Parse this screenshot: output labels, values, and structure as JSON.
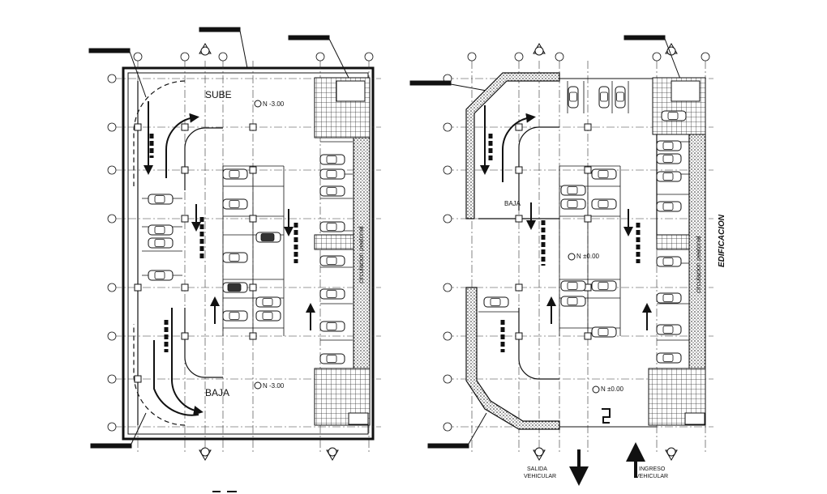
{
  "left_plan": {
    "sube_label": "SUBE",
    "baja_label": "BAJA",
    "level_top": "N -3.00",
    "level_bottom": "N -3.00",
    "pedestrian_label": "circulacion peatonal"
  },
  "right_plan": {
    "baja_label": "BAJA",
    "level_center": "N ±0.00",
    "level_bottom": "N ±0.00",
    "pedestrian_label": "circulacion peatonal",
    "building_label": "EDIFICACION"
  },
  "access": {
    "exit_line1": "SALIDA",
    "exit_line2": "VEHICULAR",
    "entry_line1": "INGRESO",
    "entry_line2": "VEHICULAR"
  },
  "colors": {
    "line": "#111111",
    "hatch": "#222222",
    "background": "#ffffff"
  }
}
